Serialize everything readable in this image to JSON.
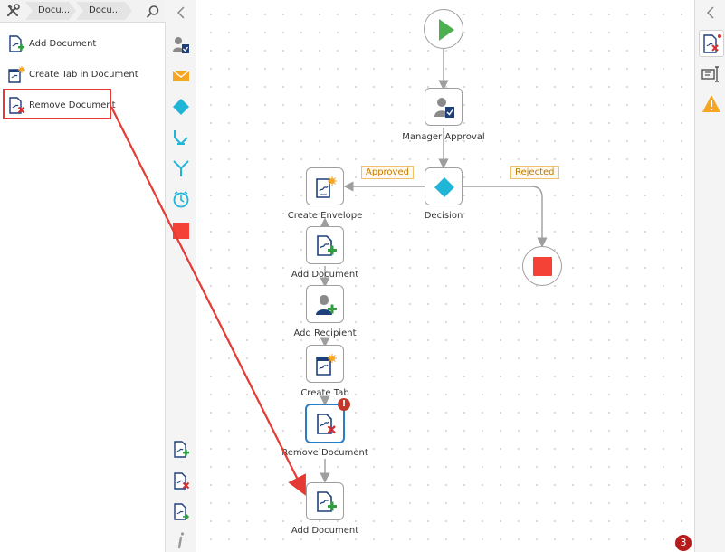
{
  "breadcrumb": {
    "items": [
      "Docu...",
      "Docu..."
    ]
  },
  "palette": {
    "items": [
      {
        "label": "Add Document",
        "icon": "add-document-icon"
      },
      {
        "label": "Create Tab in Document",
        "icon": "create-tab-icon"
      },
      {
        "label": "Remove Document",
        "icon": "remove-document-icon",
        "highlighted": true
      }
    ]
  },
  "toolbar": {
    "icons": [
      "assign-task-icon",
      "email-icon",
      "decision-diamond-icon",
      "merge-arrow-icon",
      "split-arrow-icon",
      "timer-icon",
      "stop-square-icon",
      "add-document-icon",
      "remove-document-icon",
      "move-document-icon",
      "info-icon"
    ]
  },
  "workflow": {
    "nodes": [
      {
        "label": "Manager Approval",
        "icon": "manager-approval-icon"
      },
      {
        "label": "Decision",
        "icon": "decision-diamond-icon"
      },
      {
        "label": "Create Envelope",
        "icon": "create-envelope-icon"
      },
      {
        "label": "Add Document",
        "icon": "add-document-icon"
      },
      {
        "label": "Add Recipient",
        "icon": "add-recipient-icon"
      },
      {
        "label": "Create Tab",
        "icon": "create-tab-icon"
      },
      {
        "label": "Remove Document",
        "icon": "remove-document-icon",
        "warning": "!"
      },
      {
        "label": "Add Document",
        "icon": "add-document-icon"
      }
    ],
    "branches": {
      "approved": "Approved",
      "rejected": "Rejected"
    }
  },
  "right_panel": {
    "icons": [
      "document-properties-icon",
      "text-field-icon",
      "warning-icon"
    ]
  },
  "status": {
    "error_count": "3"
  },
  "colors": {
    "accent_red": "#e53935",
    "play_green": "#4caf50",
    "diamond_teal": "#1fb5d6",
    "stop_red": "#f44336",
    "doc_blue": "#1f3f7a",
    "plus_green": "#2e9e3e"
  }
}
